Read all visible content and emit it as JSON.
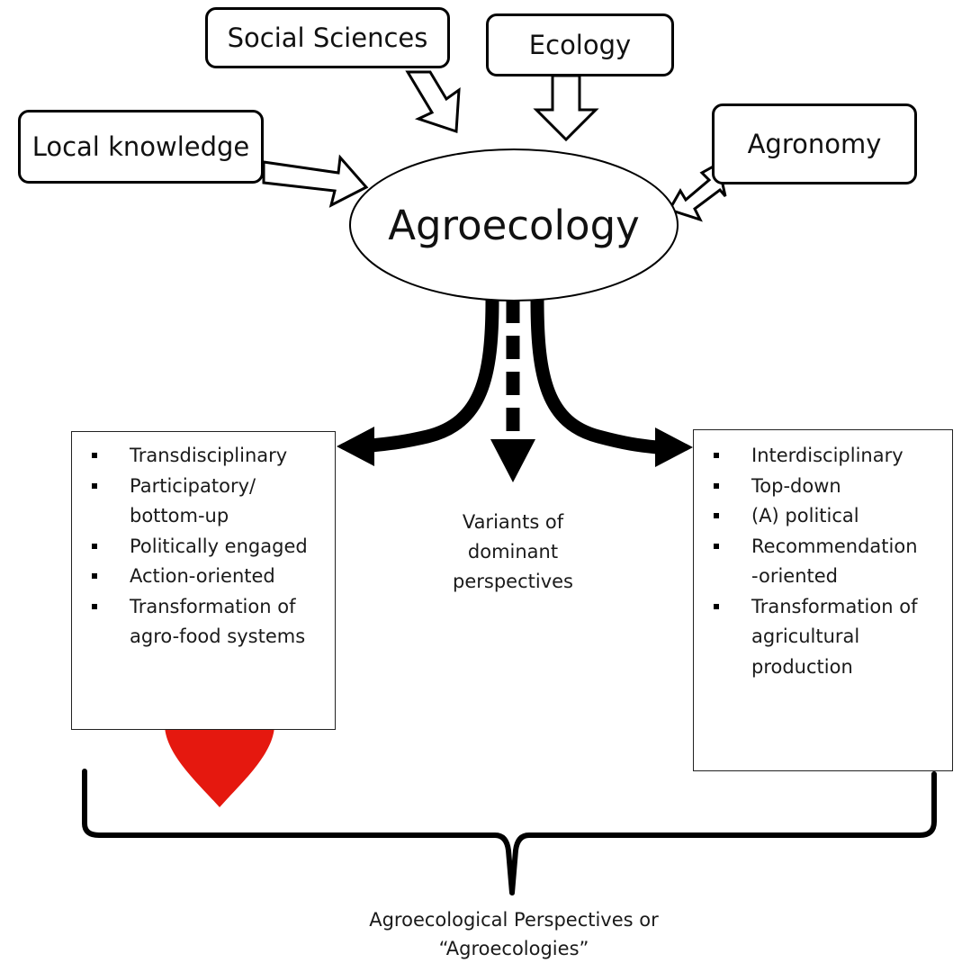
{
  "center": {
    "label": "Agroecology"
  },
  "sources": {
    "social_sciences": "Social Sciences",
    "ecology": "Ecology",
    "local_knowledge": "Local knowledge",
    "agronomy": "Agronomy"
  },
  "left_panel": {
    "items": [
      {
        "text": "Transdisciplinary"
      },
      {
        "text": "Participatory/\nbottom-up"
      },
      {
        "text": "Politically engaged"
      },
      {
        "text": "Action-oriented"
      },
      {
        "text": "Transformation of\nagro-food systems"
      }
    ]
  },
  "right_panel": {
    "items": [
      {
        "text": "Interdisciplinary"
      },
      {
        "text": "Top-down"
      },
      {
        "text": "(A) political"
      },
      {
        "text": "Recommendation\n-oriented"
      },
      {
        "text": "Transformation of\nagricultural\nproduction"
      }
    ]
  },
  "middle_label": {
    "line1": "Variants of",
    "line2": "dominant",
    "line3": "perspectives"
  },
  "bottom_label": {
    "line1": "Agroecological Perspectives or",
    "line2": "“Agroecologies”"
  },
  "colors": {
    "heart": "#e5180f",
    "stroke": "#000000",
    "background": "#ffffff"
  },
  "icons": {
    "heart": "heart-icon"
  }
}
